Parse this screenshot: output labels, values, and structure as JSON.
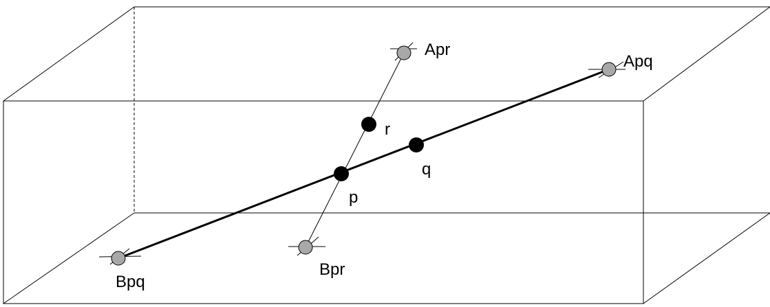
{
  "labels": {
    "apr": "Apr",
    "apq": "Apq",
    "bpq": "Bpq",
    "bpr": "Bpr",
    "p": "p",
    "q": "q",
    "r": "r"
  },
  "colors": {
    "anchor_fill": "#a8a8a8",
    "point_fill": "#000000",
    "line": "#000000"
  }
}
